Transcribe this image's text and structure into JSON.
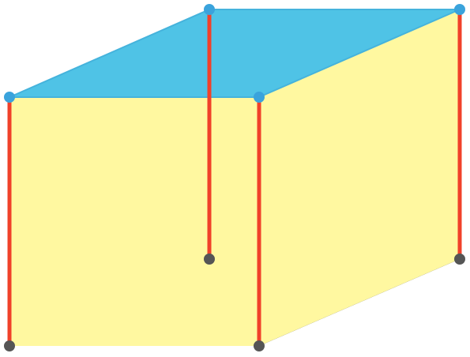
{
  "figure": {
    "kind": "3d-prism-diagram",
    "colors": {
      "top_face": "#4fc3e6",
      "top_face_edge": "#45b3dc",
      "side_faces": "#fff8a0",
      "bottom_face": "#000000",
      "vertical_edges": "#f0412a",
      "top_vertices": "#3aa3dc",
      "bottom_vertices": "#555555",
      "background": "#ffffff"
    },
    "faces": [
      {
        "name": "top-face",
        "fill_key": "top_face"
      },
      {
        "name": "back-face",
        "fill_key": "side_faces"
      },
      {
        "name": "right-face",
        "fill_key": "side_faces"
      },
      {
        "name": "front-face",
        "fill_key": "side_faces"
      },
      {
        "name": "bottom-face",
        "fill_key": "bottom_face"
      }
    ],
    "vertices": {
      "top": [
        "top-front-left",
        "top-back-left",
        "top-back-right",
        "top-front-right"
      ],
      "bottom": [
        "bottom-front-left",
        "bottom-back-left",
        "bottom-back-right",
        "bottom-front-right"
      ]
    }
  }
}
